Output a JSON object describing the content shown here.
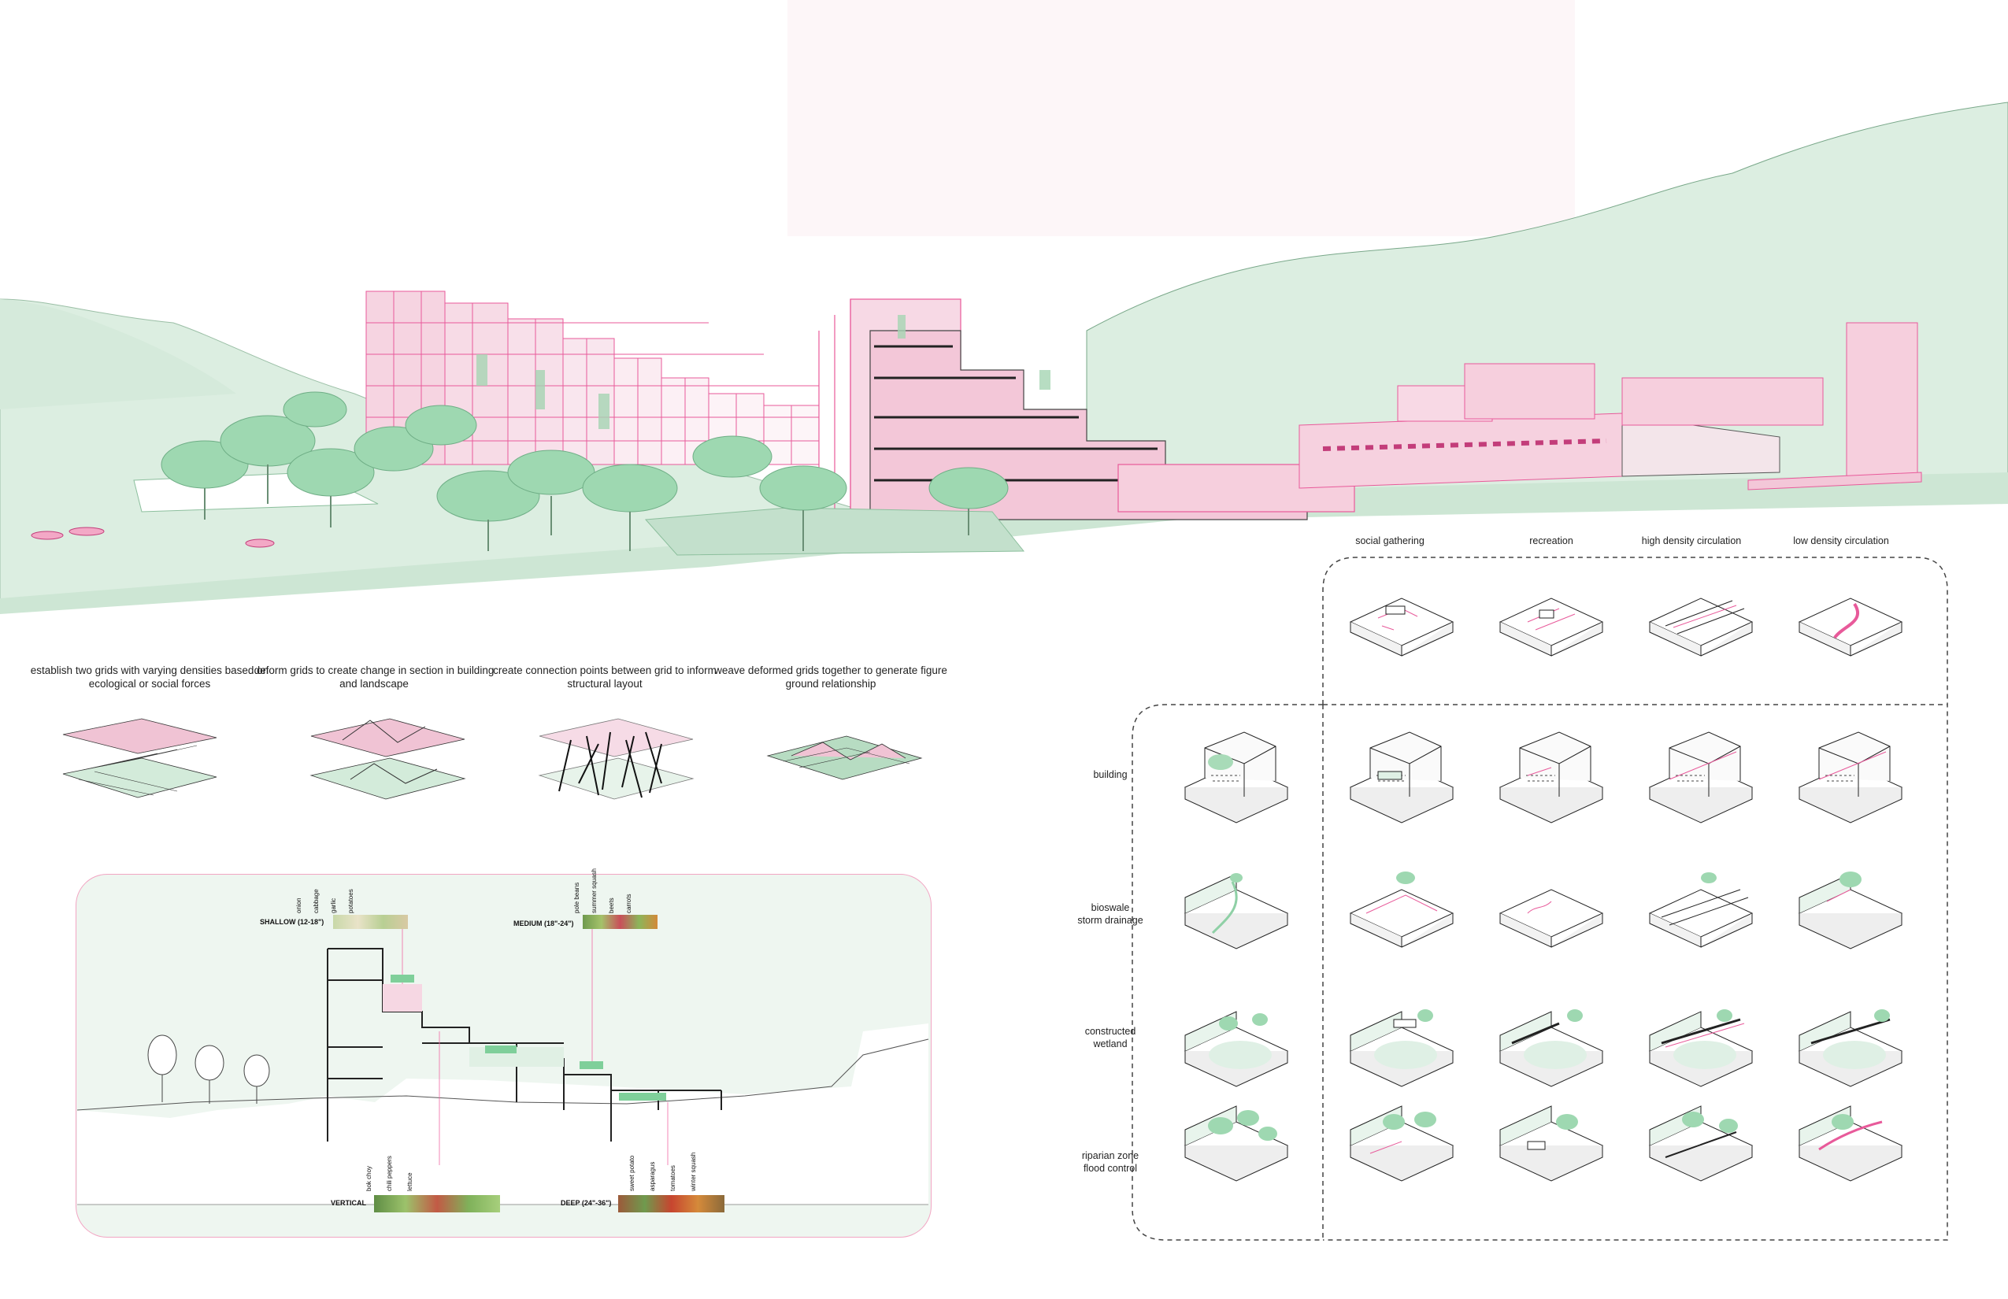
{
  "palette": {
    "pink": "#f1c4d6",
    "pink_line": "#e85a9a",
    "green": "#dbeee2",
    "green_dark": "#bfdcc9",
    "green_tree": "#8fd0a6",
    "line": "#333333"
  },
  "steps": [
    {
      "text": "establish two grids with varying densities based on ecological or social forces"
    },
    {
      "text": "deform grids to create change in section in building and landscape"
    },
    {
      "text": "create connection points between grid to inform structural layout"
    },
    {
      "text": "weave deformed grids together to generate figure ground relationship"
    }
  ],
  "matrix": {
    "columns": [
      "social gathering",
      "recreation",
      "high density circulation",
      "low density circulation"
    ],
    "rows": [
      {
        "line1": "building",
        "line2": ""
      },
      {
        "line1": "bioswale",
        "line2": "storm drainage"
      },
      {
        "line1": "constructed",
        "line2": "wetland"
      },
      {
        "line1": "riparian zone",
        "line2": "flood control"
      }
    ]
  },
  "section": {
    "shallow": {
      "label": "SHALLOW (12-18\")",
      "plants": [
        "onion",
        "cabbage",
        "garlic",
        "potatoes"
      ]
    },
    "medium": {
      "label": "MEDIUM (18\"-24\")",
      "plants": [
        "pole beans",
        "summer squash",
        "beets",
        "carrots"
      ]
    },
    "vertical": {
      "label": "VERTICAL",
      "plants": [
        "bok choy",
        "chili peppers",
        "lettuce"
      ]
    },
    "deep": {
      "label": "DEEP (24\"-36\")",
      "plants": [
        "sweet potato",
        "asparagus",
        "tomatoes",
        "winter squash"
      ]
    }
  }
}
